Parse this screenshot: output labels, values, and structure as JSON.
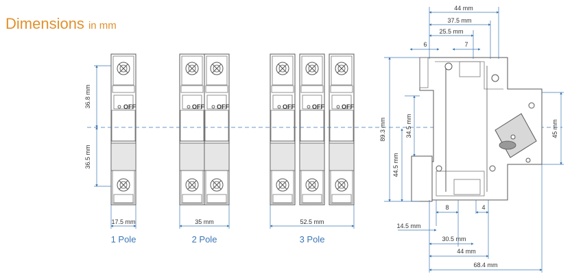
{
  "title": {
    "main": "Dimensions",
    "unit": "in mm"
  },
  "poles": {
    "p1": {
      "caption": "1 Pole",
      "width": "17.5 mm",
      "upper": "36.8 mm",
      "lower": "36.5 mm"
    },
    "p2": {
      "caption": "2 Pole",
      "width": "35 mm"
    },
    "p3": {
      "caption": "3 Pole",
      "width": "52.5 mm"
    },
    "off_label": "OFF"
  },
  "side": {
    "top": {
      "d44": "44 mm",
      "d375": "37.5 mm",
      "d255": "25.5 mm",
      "d6": "6",
      "d7": "7"
    },
    "left": {
      "d893": "89.3 mm",
      "d345": "34.5 mm",
      "d445": "44.5 mm"
    },
    "right": {
      "d45": "45 mm"
    },
    "bottom": {
      "d8": "8",
      "d4": "4",
      "d145": "14.5 mm",
      "d305": "30.5 mm",
      "d44": "44 mm",
      "d684": "68.4 mm"
    }
  }
}
